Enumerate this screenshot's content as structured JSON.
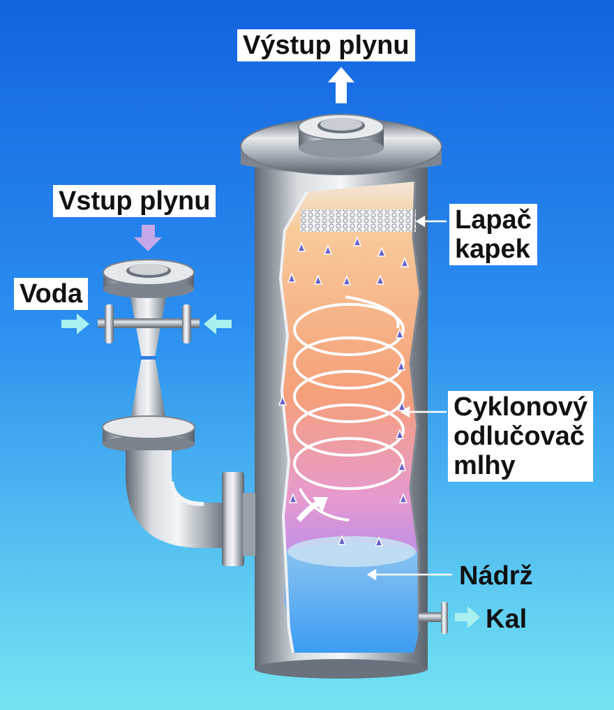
{
  "diagram": {
    "labels": {
      "gas_outlet": "Výstup plynu",
      "gas_inlet": "Vstup plynu",
      "water": "Voda",
      "mist_eliminator": [
        "Lapač",
        "kapek"
      ],
      "cyclone_separator": [
        "Cyklonový",
        "odlučovač",
        "mlhy"
      ],
      "tank": "Nádrž",
      "sludge": "Kal"
    },
    "colors": {
      "background_top": "#1565e0",
      "background_bottom": "#6fe0f0",
      "metal": "#b9c0c8",
      "metal_dark": "#6c7580",
      "chamber_top": "#f6c79d",
      "chamber_bottom": "#c98ad8",
      "water": "#55aef5",
      "outlet_arrow": "#ffffff",
      "inlet_arrow": "#c4a8e8",
      "water_arrow": "#a9f0f0",
      "droplet": "#7068c8"
    }
  }
}
